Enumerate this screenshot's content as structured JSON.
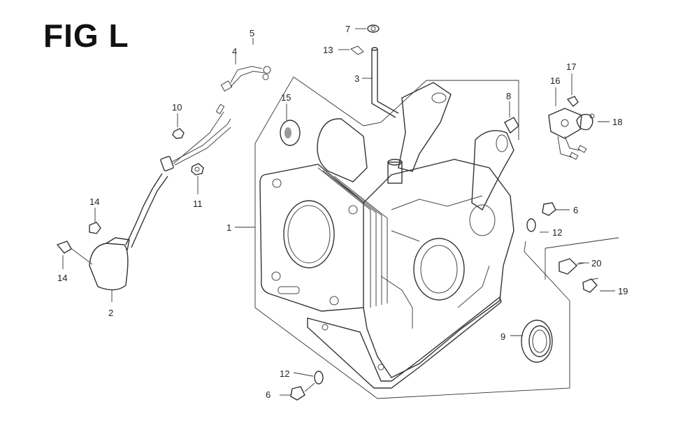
{
  "figure": {
    "title": "FIG L"
  },
  "callouts": [
    {
      "id": "c1",
      "label": "1"
    },
    {
      "id": "c2",
      "label": "2"
    },
    {
      "id": "c3",
      "label": "3"
    },
    {
      "id": "c4",
      "label": "4"
    },
    {
      "id": "c5",
      "label": "5"
    },
    {
      "id": "c6a",
      "label": "6"
    },
    {
      "id": "c6b",
      "label": "6"
    },
    {
      "id": "c7",
      "label": "7"
    },
    {
      "id": "c8",
      "label": "8"
    },
    {
      "id": "c9",
      "label": "9"
    },
    {
      "id": "c10",
      "label": "10"
    },
    {
      "id": "c11",
      "label": "11"
    },
    {
      "id": "c12a",
      "label": "12"
    },
    {
      "id": "c12b",
      "label": "12"
    },
    {
      "id": "c13",
      "label": "13"
    },
    {
      "id": "c14a",
      "label": "14"
    },
    {
      "id": "c14b",
      "label": "14"
    },
    {
      "id": "c15",
      "label": "15"
    },
    {
      "id": "c16",
      "label": "16"
    },
    {
      "id": "c17",
      "label": "17"
    },
    {
      "id": "c18",
      "label": "18"
    },
    {
      "id": "c19",
      "label": "19"
    },
    {
      "id": "c20",
      "label": "20"
    }
  ]
}
